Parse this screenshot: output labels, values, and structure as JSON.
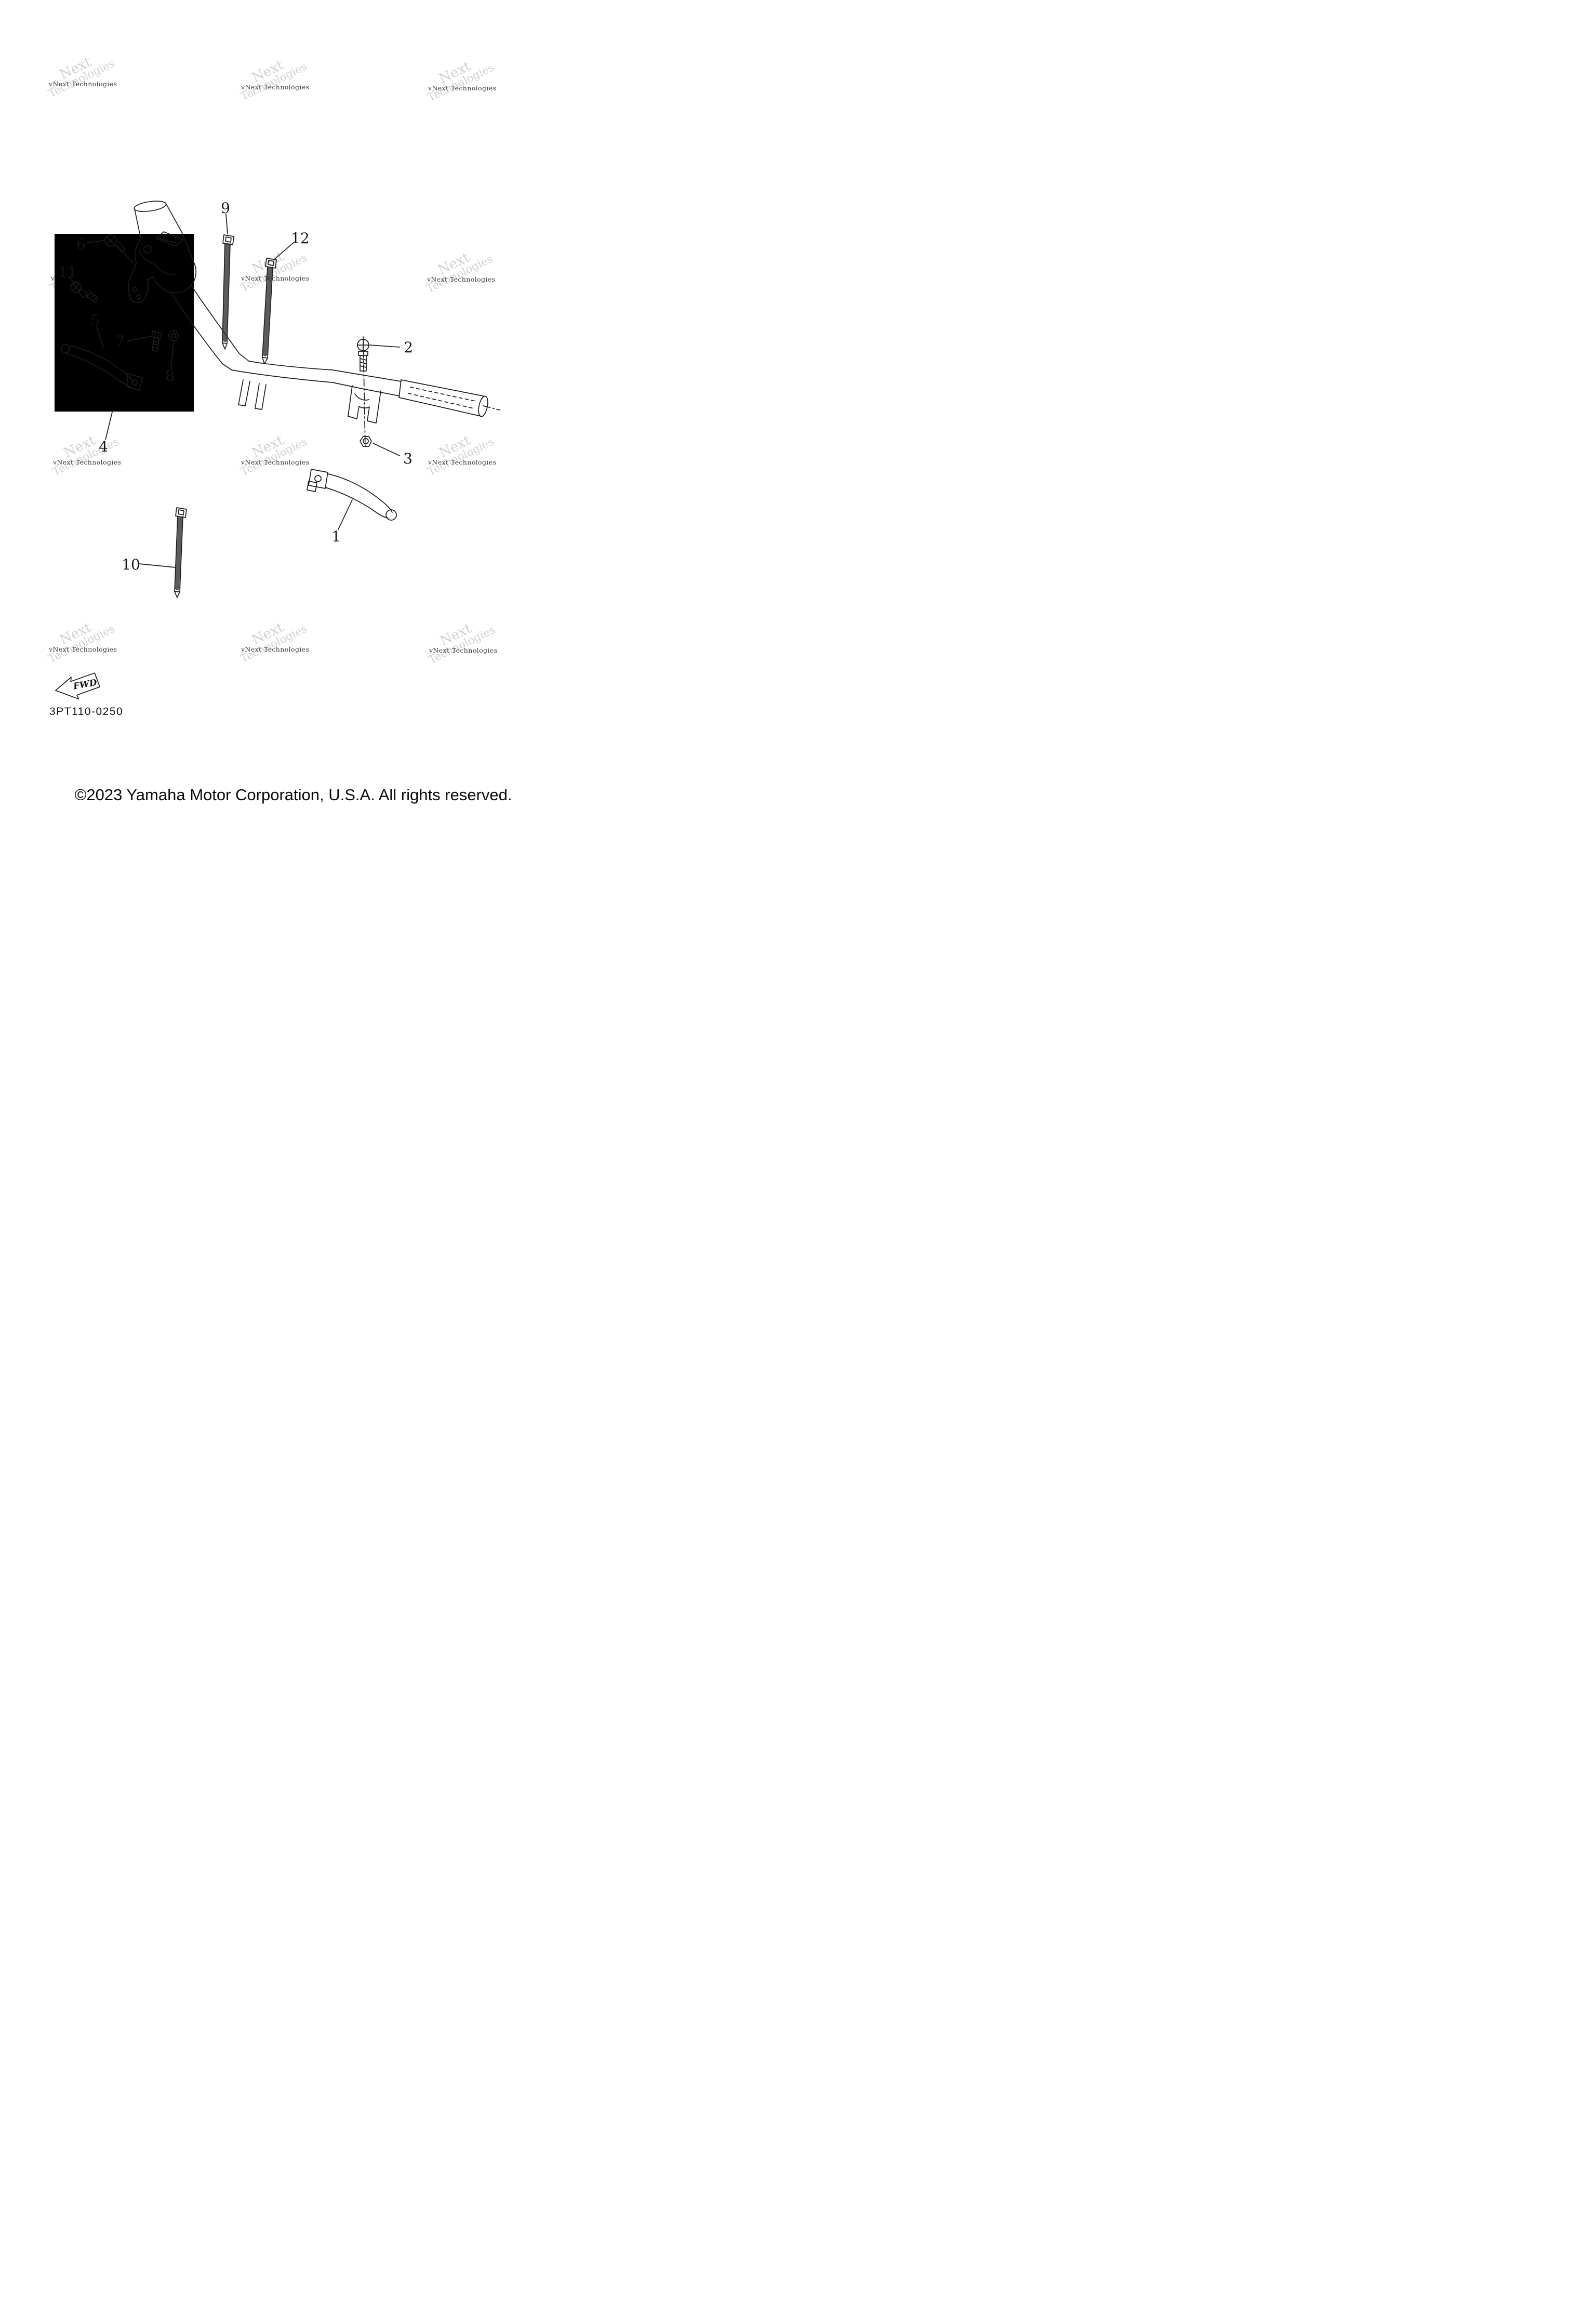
{
  "page": {
    "diagram_code": "3PT110-0250",
    "fwd_label": "FWD",
    "copyright": "©2023 Yamaha Motor Corporation, U.S.A. All rights reserved."
  },
  "watermark": {
    "small": "vNext Technologies",
    "large_line1": "Next",
    "large_line2": "Technologies"
  },
  "callouts": [
    {
      "label": "1"
    },
    {
      "label": "2"
    },
    {
      "label": "3"
    },
    {
      "label": "4"
    },
    {
      "label": "5"
    },
    {
      "label": "6"
    },
    {
      "label": "7"
    },
    {
      "label": "8"
    },
    {
      "label": "9"
    },
    {
      "label": "10"
    },
    {
      "label": "11"
    },
    {
      "label": "12"
    }
  ],
  "colors": {
    "line": "#1c1c1c",
    "watermark_large": "#aaaaaa",
    "watermark_small": "#3a3a3a"
  }
}
